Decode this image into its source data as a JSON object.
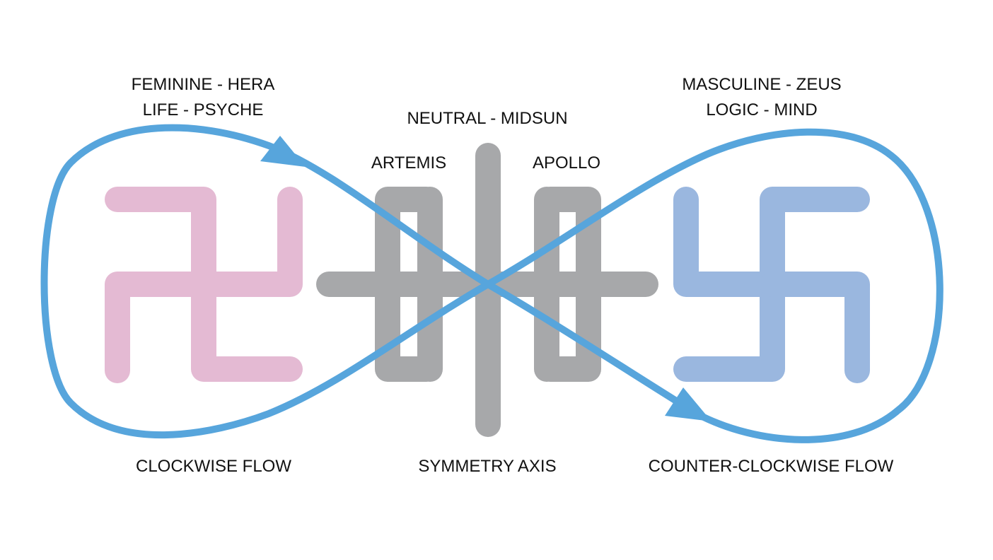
{
  "labels": {
    "left_line1": "FEMININE - HERA",
    "left_line2": "LIFE - PSYCHE",
    "center_top": "NEUTRAL - MIDSUN",
    "artemis": "ARTEMIS",
    "apollo": "APOLLO",
    "right_line1": "MASCULINE - ZEUS",
    "right_line2": "LOGIC - MIND",
    "left_bottom": "CLOCKWISE FLOW",
    "center_bottom": "SYMMETRY AXIS",
    "right_bottom": "COUNTER-CLOCKWISE FLOW"
  },
  "colors": {
    "flow_line": "#57a5dc",
    "feminine_symbol": "#e4bad3",
    "neutral_symbol": "#a7a8aa",
    "masculine_symbol": "#9ab7df",
    "text": "#111111"
  },
  "icons": {
    "left_symbol": "pink-hooked-cross-icon",
    "center_symbol": "gray-midsun-cross-icon",
    "right_symbol": "blue-hooked-cross-icon",
    "flow": "figure-eight-infinity-loop-icon"
  }
}
